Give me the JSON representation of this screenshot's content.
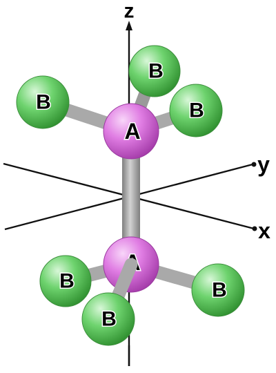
{
  "axes": {
    "z": "z",
    "y": "y",
    "x": "x"
  },
  "atoms": {
    "top_A": "A",
    "bottom_A": "A",
    "top_B_left": "B",
    "top_B_back": "B",
    "top_B_right": "B",
    "bottom_B_left": "B",
    "bottom_B_front": "B",
    "bottom_B_right": "B"
  },
  "colors": {
    "atom_A": "#e07de3",
    "atom_B": "#6ed36e",
    "bond": "#a9a9a9",
    "axis": "#111111"
  }
}
